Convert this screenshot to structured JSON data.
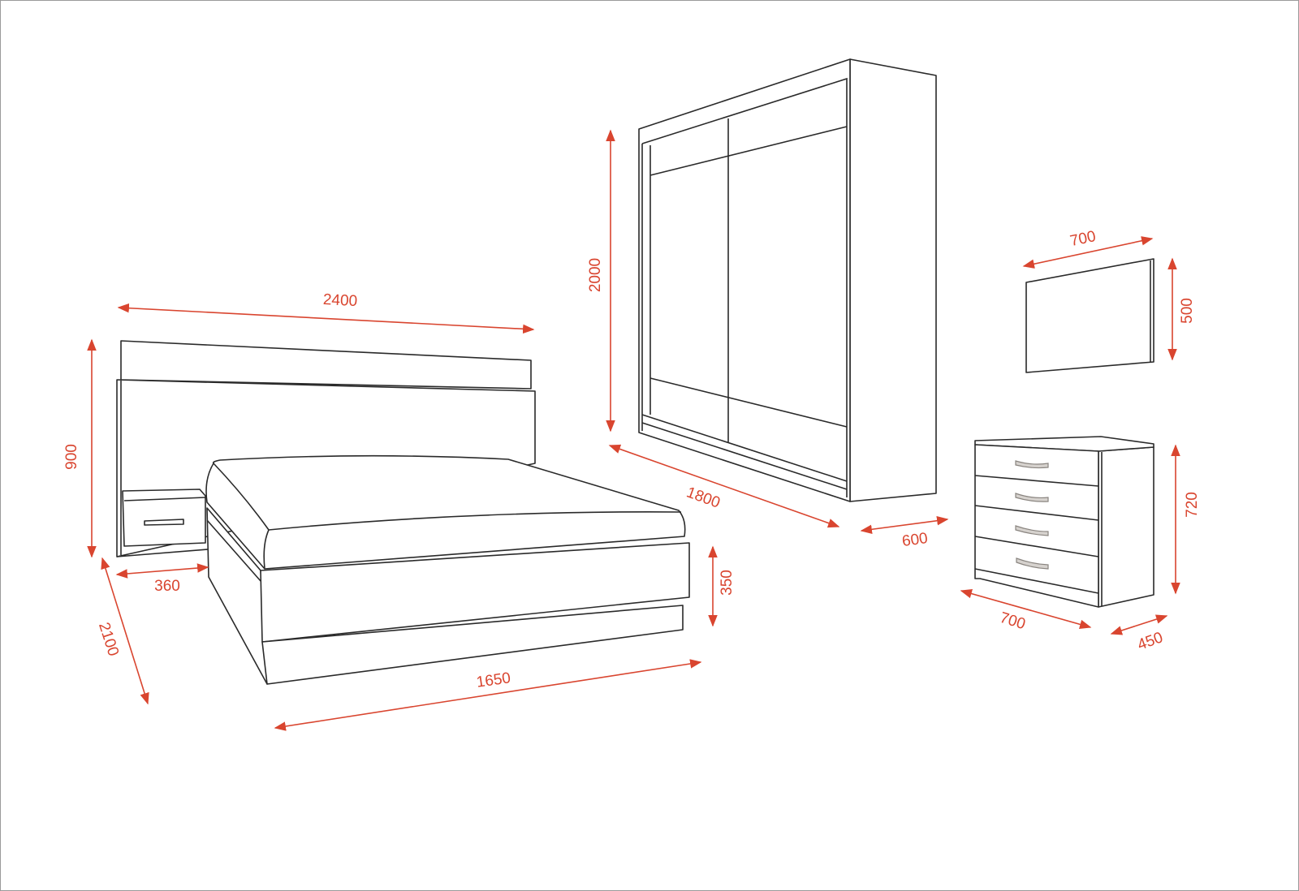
{
  "colors": {
    "dimension": "#d9452f",
    "outline": "#2a2a2a",
    "handle": "#d6d2ce"
  },
  "bed": {
    "headboard_width": "2400",
    "headboard_height": "900",
    "nightstand_width": "360",
    "length": "2100",
    "height": "350",
    "width": "1650"
  },
  "wardrobe": {
    "height": "2000",
    "width": "1800",
    "depth": "600"
  },
  "mirror": {
    "width": "700",
    "height": "500"
  },
  "dresser": {
    "height": "720",
    "width": "700",
    "depth": "450"
  }
}
